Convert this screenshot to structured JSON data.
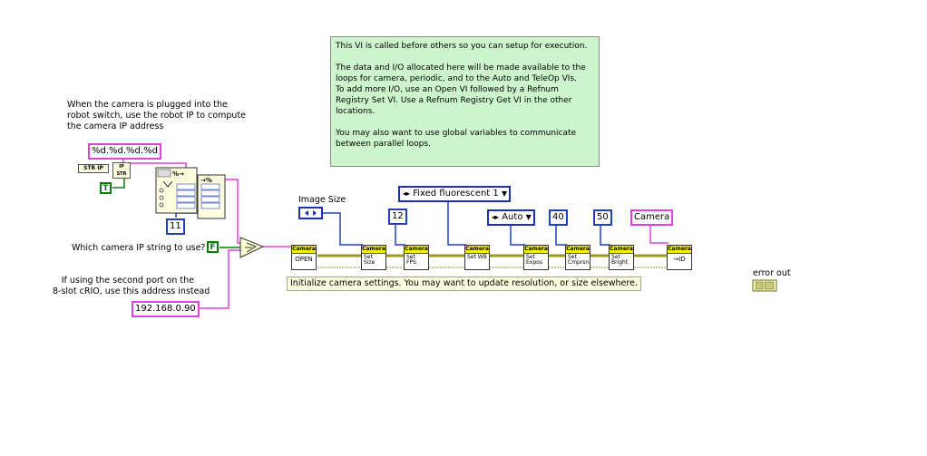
{
  "note": {
    "paragraphs": [
      "This VI is called before others so you can setup for execution.",
      "The data and I/O allocated here will be made available to the\nloops for camera, periodic, and to the Auto and TeleOp VIs.\nTo add more I/O, use an Open VI followed by a Refnum\nRegistry Set VI.  Use a Refnum Registry Get VI in the other\nlocations.",
      "You may also want to use global variables to communicate\nbetween parallel loops."
    ]
  },
  "labels": {
    "robot_ip": [
      "When the camera is plugged into the",
      "robot switch, use the robot IP to compute",
      "the camera IP address"
    ],
    "which_camera": "Which camera IP string to use?",
    "second_port": [
      "If using the second port on the",
      "8-slot cRIO, use this address instead"
    ],
    "image_size": "Image Size",
    "error_out": "error out",
    "caption": "Initialize camera settings. You may want to update resolution, or size elsewhere."
  },
  "constants": {
    "format_string": "%d.%d.%d.%d",
    "ip_address": "192.168.0.90",
    "eleven": "11",
    "fps": "12",
    "white_balance": "Fixed fluorescent 1",
    "exposure": "Auto",
    "compression": "40",
    "brightness": "50",
    "camera_refnum": "Camera",
    "bool_true": "T",
    "bool_false": "F"
  },
  "functions": {
    "str_ip": "STR IP",
    "ip_str": "IP STR",
    "vis": [
      {
        "header": "Camera",
        "body": "OPEN"
      },
      {
        "header": "Camera",
        "body": "Set Size"
      },
      {
        "header": "Camera",
        "body": "Set FPS"
      },
      {
        "header": "Camera",
        "body": "Set WB"
      },
      {
        "header": "Camera",
        "body": "Set Expos"
      },
      {
        "header": "Camera",
        "body": "Set Cmprsn"
      },
      {
        "header": "Camera",
        "body": "Set Bright"
      },
      {
        "header": "Camera",
        "body": "→ID"
      }
    ]
  },
  "colors": {
    "string_wire": "#e040e0",
    "numeric_wire": "#2040c0",
    "error_wire": "#a0a000",
    "boolean": "#0a7a0a",
    "note_bg": "#ccf5cc"
  }
}
